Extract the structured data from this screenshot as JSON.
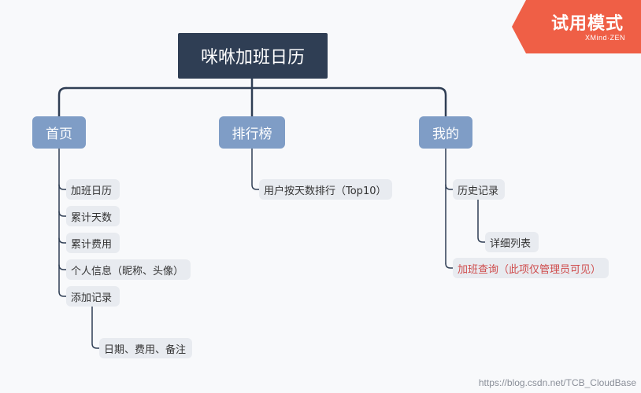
{
  "root": {
    "label": "咪咻加班日历"
  },
  "branches": [
    {
      "label": "首页",
      "children": [
        {
          "label": "加班日历"
        },
        {
          "label": "累计天数"
        },
        {
          "label": "累计费用"
        },
        {
          "label": "个人信息（昵称、头像）"
        },
        {
          "label": "添加记录",
          "children": [
            {
              "label": "日期、费用、备注"
            }
          ]
        }
      ]
    },
    {
      "label": "排行榜",
      "children": [
        {
          "label": "用户按天数排行（Top10）"
        }
      ]
    },
    {
      "label": "我的",
      "children": [
        {
          "label": "历史记录",
          "children": [
            {
              "label": "详细列表"
            }
          ]
        },
        {
          "label": "加班查询（此项仅管理员可见）",
          "highlight_color": "#cf4b4b"
        }
      ]
    }
  ],
  "badge": {
    "title": "试用模式",
    "subtitle": "XMind·ZEN",
    "color": "#ef5f46"
  },
  "watermark": "https://blog.csdn.net/TCB_CloudBase",
  "colors": {
    "root_bg": "#2f3e54",
    "branch_bg": "#7f9dc6",
    "subtopic_bg": "#e8ebf0",
    "connector": "#2f3e54"
  }
}
